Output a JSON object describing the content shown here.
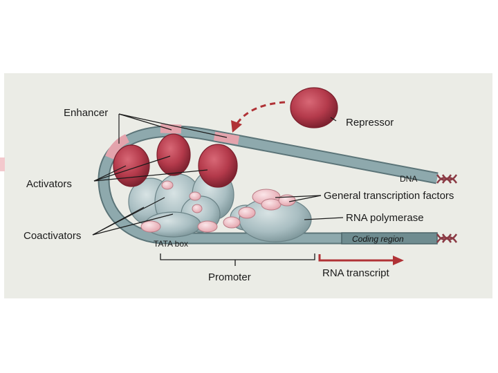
{
  "diagram": {
    "labels": {
      "enhancer": "Enhancer",
      "activators": "Activators",
      "coactivators": "Coactivators",
      "repressor": "Repressor",
      "dna": "DNA",
      "general_tf": "General transcription factors",
      "rna_polymerase": "RNA polymerase",
      "tata_box": "TATA box",
      "coding_region": "Coding region",
      "promoter": "Promoter",
      "rna_transcript": "RNA transcript"
    },
    "colors": {
      "dna_strand": "#86a4a8",
      "activator": "#b43a4b",
      "enhancer_segment": "#e3a3ac",
      "complex": "#a9bec2",
      "factor_beads": "#f1c4cb",
      "arrow": "#b03236",
      "background": "#ebece6"
    }
  }
}
